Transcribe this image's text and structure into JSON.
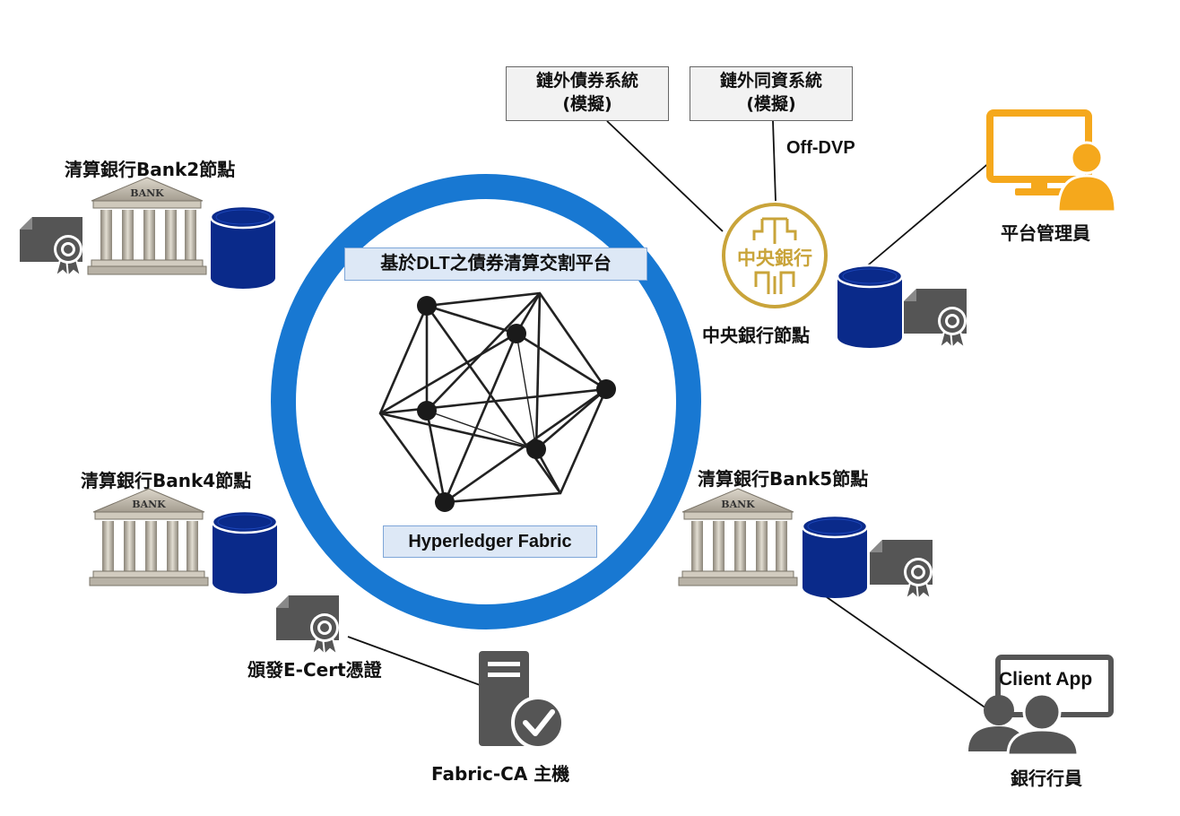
{
  "platform": {
    "title": "基於DLT之債券清算交割平台",
    "framework": "Hyperledger Fabric"
  },
  "nodes": {
    "bank2": "清算銀行Bank2節點",
    "bank4": "清算銀行Bank4節點",
    "bank5": "清算銀行Bank5節點",
    "central_bank": "中央銀行節點"
  },
  "central_bank_logo_text": "中央銀行",
  "bank_sign_text": "BANK",
  "external_systems": {
    "bond": {
      "line1": "鏈外債券系統",
      "line2": "(模擬)"
    },
    "funds": {
      "line1": "鏈外同資系統",
      "line2": "(模擬)"
    }
  },
  "off_dvp": "Off-DVP",
  "roles": {
    "admin": "平台管理員",
    "teller": "銀行行員",
    "client_app": "Client App"
  },
  "ca": {
    "issue_label": "頒發E-Cert憑證",
    "server_label": "Fabric-CA 主機"
  },
  "colors": {
    "ring": "#1878d2",
    "db": "#0a2a8a",
    "admin_accent": "#f5a81c",
    "seal_gold": "#c9a43a",
    "cert_gray": "#555555"
  }
}
